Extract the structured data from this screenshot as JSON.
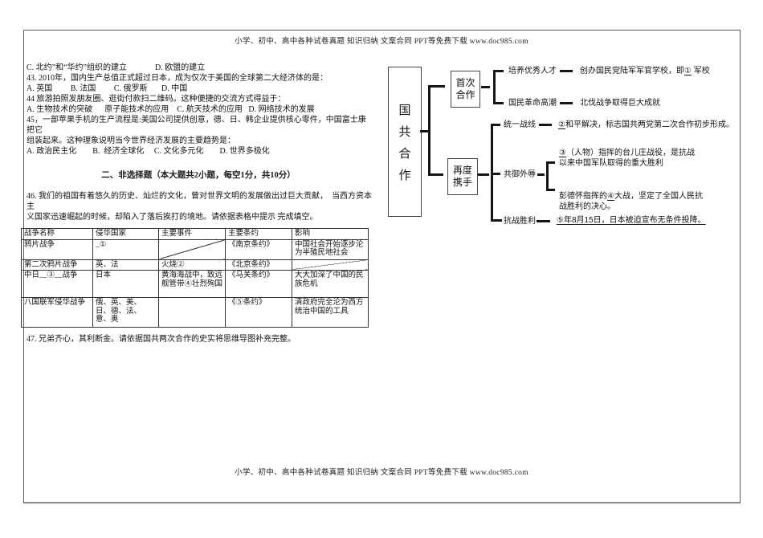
{
  "page": {
    "header": "小学、初中、高中各种试卷真题 知识归纳 文案合同 PPT等免费下载  www.doc985.com",
    "footer": "小学、初中、高中各种试卷真题 知识归纳 文案合同 PPT等免费下载  www.doc985.com"
  },
  "questions": {
    "lines": [
      "C. 北约”和“华约”组织的建立              D. 欧盟的建立",
      "43. 2010年，国内生产总值正式超过日本，成为仅次于美国的全球第二大经济体的是：",
      "A. 英国         B. 法国         C. 俄罗斯       D. 中国",
      "44 旅游拍照发朋友圈、逛街付款扫二维码。这种便捷的交流方式得益于：",
      "A. 生物技术的突破      原子能技术的应用    C. 航天技术的应用   D. 网络技术的发展",
      "45，一部苹果手机的生产流程是:美国公司提供创意，德、日、韩企业提供核心零件，中国富士康把它",
      "组装起来。这种理象说明当今世界经济发展的主要趋势是：",
      "A. 政治民主化        B.  经济全球化     C. 文化多元化        D. 世界多极化"
    ],
    "section_title": "二、非选择题（本大题共2小题，每空1分，共10分）",
    "q46_line1": "46. 我们的祖国有着悠久的历史、灿烂的文化，曾对世界文明的发展做出过巨大贡献，  当西方资本主",
    "q46_line2": "义国家迅速崛起的时候，却陷入了落后挨打的境地。请依据表格中提示 完成填空。",
    "q47": "47. 兄弟齐心，其利断金。请依据国共两次合作的史实将思维导图补充完整。"
  },
  "table": {
    "headers": [
      "战争名称",
      "侵华国家",
      "主要事件",
      "主要条约",
      "影响"
    ],
    "rows": [
      [
        "鸦片战争",
        "_①",
        "",
        "《南京条约》",
        "中国社会开始逐步沦为半殖民地社会"
      ],
      [
        "第二次鸦片战争",
        "英、法",
        "火烧②",
        "《北京条约》",
        ""
      ],
      [
        "中日__③__战争",
        "日本",
        "黄海海战中，致远舰管带④壮烈殉国",
        "《马关条约》",
        "大大加深了中国的民族危机"
      ],
      [
        "八国联军侵华战争",
        "俄、英、美、日、德、法、意、奥",
        "",
        "《⑤条约》",
        "清政府完全沦为西方统治中国的工具"
      ]
    ]
  },
  "diagram": {
    "root_char1": "国",
    "root_char2": "共",
    "root_char3": "合",
    "root_char4": "作",
    "first_box_l1": "首次",
    "first_box_l2": "合作",
    "second_box_l1": "再度",
    "second_box_l2": "携手",
    "branch1": {
      "item1_label": "培养优秀人才",
      "item1_pre": "创办国民党陆军军官学校，即",
      "item1_num": "①",
      "item1_post": " 军校",
      "item2_label": "国民革命高潮",
      "item2_text": "北伐战争取得巨大成就"
    },
    "branch2": {
      "item1_label": "统一战线",
      "item1_num": "②",
      "item1_text": "和平解决，标志国共两党第二次合作初步形成。",
      "item2_label": "共御外辱",
      "item2a_num": "③",
      "item2a_line1": "（人物）指挥的台儿庄战役，是抗战",
      "item2a_line2": "以来中国军队取得的重大胜利",
      "item2b_pre": "彭德怀指挥的",
      "item2b_num": "④",
      "item2b_rest": "大战，坚定了全国人民抗",
      "item2b_line2": "战胜利的决心。",
      "item3_label": "抗战胜利",
      "item3_text": "⑤年8月15日，日本被迫宣布无条件投降。"
    }
  }
}
